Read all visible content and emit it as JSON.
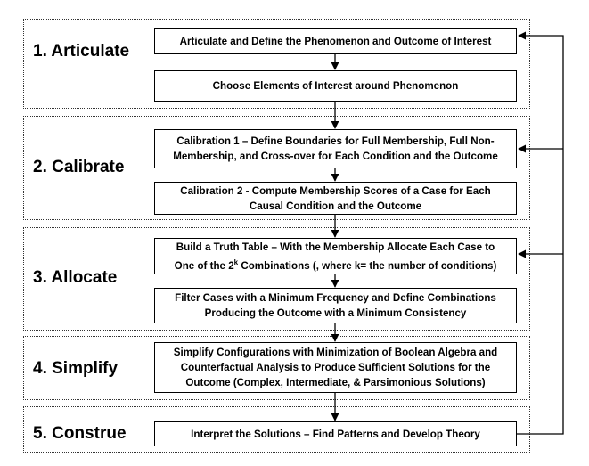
{
  "stages": [
    {
      "label": "1. Articulate",
      "steps": [
        {
          "lines": [
            "Articulate  and Define the Phenomenon and Outcome of Interest"
          ]
        },
        {
          "lines": [
            "Choose  Elements of Interest  around  Phenomenon"
          ]
        }
      ]
    },
    {
      "label": "2. Calibrate",
      "steps": [
        {
          "lines": [
            "Calibration 1 – Define Boundaries for Full Membership, Full Non-",
            "Membership, and Cross-over for Each Condition and the Outcome"
          ]
        },
        {
          "lines": [
            "Calibration 2 - Compute Membership Scores of a Case for Each",
            "Causal Condition and the Outcome"
          ]
        }
      ]
    },
    {
      "label": "3. Allocate",
      "steps": [
        {
          "lines": [
            "Build a Truth Table – With the Membership Allocate Each Case to",
            "One of the 2",
            "k",
            " Combinations (, where k= the number of conditions)"
          ]
        },
        {
          "lines": [
            "Filter Cases with a Minimum Frequency and Define Combinations",
            "Producing the Outcome with a Minimum Consistency"
          ]
        }
      ]
    },
    {
      "label": "4. Simplify",
      "steps": [
        {
          "lines": [
            "Simplify Configurations with Minimization of Boolean Algebra and",
            "Counterfactual Analysis to Produce Sufficient Solutions for the",
            "Outcome (Complex, Intermediate, & Parsimonious Solutions)"
          ]
        }
      ]
    },
    {
      "label": "5. Construe",
      "steps": [
        {
          "lines": [
            "Interpret the Solutions – Find Patterns and Develop Theory"
          ]
        }
      ]
    }
  ]
}
